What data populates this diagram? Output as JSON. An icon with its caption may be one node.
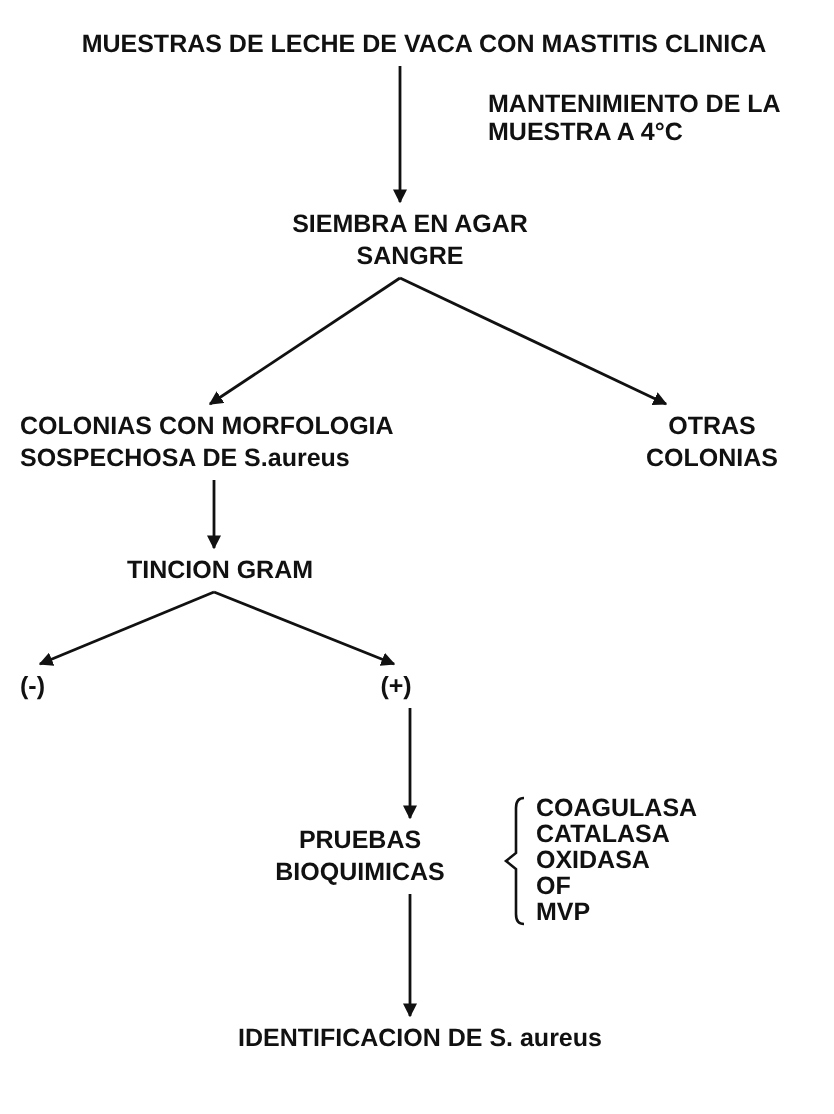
{
  "diagram": {
    "nodes": [
      {
        "text": [
          "MUESTRAS DE LECHE DE VACA CON MASTITIS CLINICA"
        ]
      },
      {
        "text": [
          "SIEMBRA EN AGAR SANGRE"
        ]
      },
      {
        "text": [
          "COLONIAS CON MORFOLOGIA SOSPECHOSA DE S.aureus"
        ]
      },
      {
        "text": [
          "OTRAS COLONIAS"
        ]
      },
      {
        "text": [
          "TINCION GRAM"
        ]
      },
      {
        "text": [
          "(-)"
        ]
      },
      {
        "text": [
          "(+)"
        ]
      },
      {
        "text": [
          "PRUEBAS BIOQUIMICAS"
        ],
        "beside": [
          "COAGULASA",
          "CATALASA",
          "OXIDASA",
          "OF",
          "MVP"
        ]
      },
      {
        "text": [
          "IDENTIFICACION DE S. aureus"
        ]
      }
    ],
    "edges": [
      {
        "from": 0,
        "to": 1,
        "arrow": "to",
        "label": "MANTENIMIENTO DE LA MUESTRA A 4°C"
      },
      {
        "from": 1,
        "to": 2,
        "arrow": "to"
      },
      {
        "from": 1,
        "to": 3,
        "arrow": "to"
      },
      {
        "from": 2,
        "to": 4,
        "arrow": "to"
      },
      {
        "from": 4,
        "to": 5,
        "arrow": "to"
      },
      {
        "from": 4,
        "to": 6,
        "arrow": "to"
      },
      {
        "from": 6,
        "to": 7,
        "arrow": "to"
      },
      {
        "from": 7,
        "to": 8,
        "arrow": "to"
      }
    ]
  }
}
